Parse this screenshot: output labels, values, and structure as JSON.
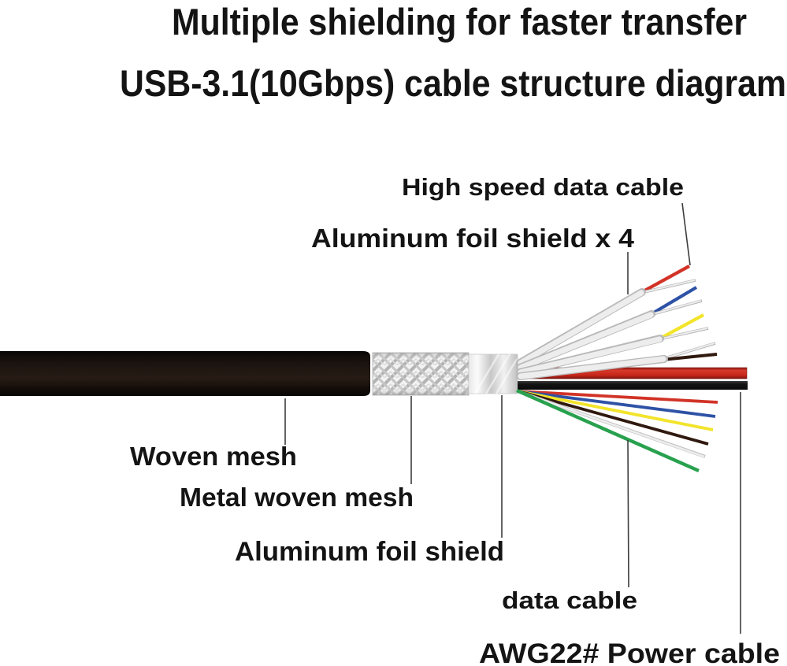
{
  "title": {
    "line1": "Multiple shielding for faster transfer",
    "line2": "USB-3.1(10Gbps) cable structure diagram"
  },
  "labels": {
    "high_speed_data_cable": "High speed data cable",
    "aluminum_foil_shield_x4": "Aluminum foil shield x 4",
    "woven_mesh": "Woven mesh",
    "metal_woven_mesh": "Metal woven mesh",
    "aluminum_foil_shield": "Aluminum foil shield",
    "data_cable": "data cable",
    "awg22_power_cable": "AWG22# Power cable"
  },
  "colors": {
    "text": "#141414",
    "callout_line": "#3d3d3d",
    "jacket_black": "#17100c",
    "power_red": "#cc2a1f",
    "ground_black": "#161616",
    "wire_red": "#d23327",
    "wire_blue": "#2e52a5",
    "wire_yellow": "#f2e42a",
    "wire_brown": "#30190f",
    "wire_white": "#ededed",
    "wire_green": "#28a14e",
    "shield_shaft_white": "#ededed",
    "mesh_silver": "#f3f3f3",
    "foil_silver": "#dcdcdc"
  },
  "diagram": {
    "shielded_pairs": 4,
    "pair_tip_colors": [
      "red",
      "blue",
      "yellow",
      "brown"
    ],
    "power_cable_color": "red",
    "ground_cable_color": "black",
    "data_wire_colors": [
      "red",
      "blue",
      "yellow",
      "brown",
      "white",
      "green"
    ]
  }
}
